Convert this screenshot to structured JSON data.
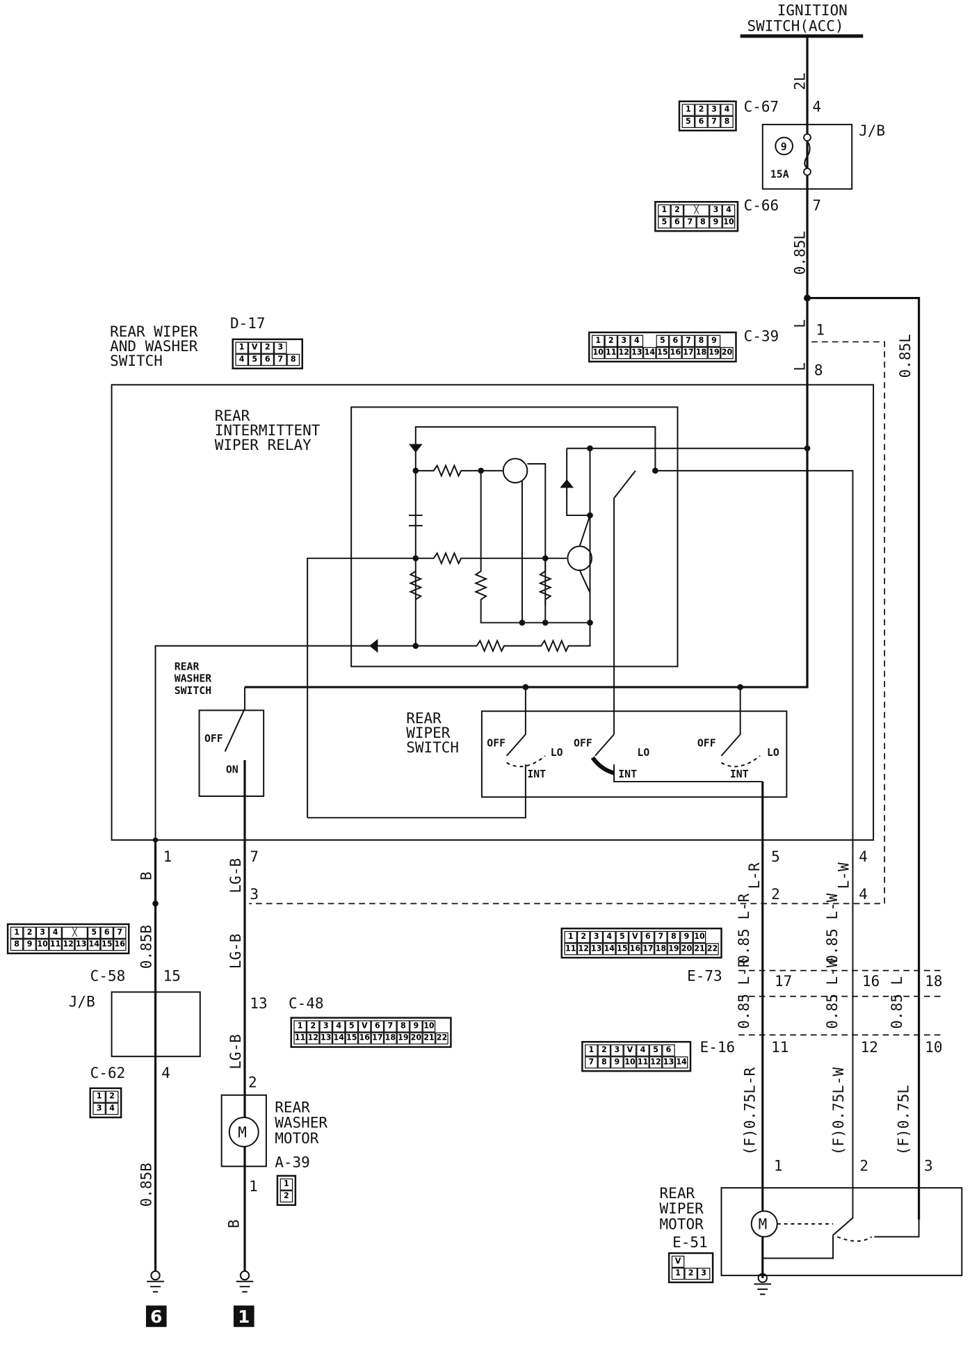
{
  "ignition": {
    "line1": "IGNITION",
    "line2": "SWITCH(ACC)"
  },
  "jb_top": {
    "label": "J/B",
    "fuse_no": "9",
    "fuse_rating": "15A"
  },
  "jb_bottom": {
    "label": "J/B"
  },
  "relay": {
    "line1": "REAR",
    "line2": "INTERMITTENT",
    "line3": "WIPER RELAY"
  },
  "switch_assembly": {
    "line1": "REAR WIPER",
    "line2": "AND WASHER",
    "line3": "SWITCH",
    "connector": "D-17"
  },
  "washer_switch": {
    "line1": "REAR",
    "line2": "WASHER",
    "line3": "SWITCH",
    "off": "OFF",
    "on": "ON"
  },
  "wiper_switch": {
    "line1": "REAR",
    "line2": "WIPER",
    "line3": "SWITCH",
    "off": "OFF",
    "lo": "LO",
    "int": "INT"
  },
  "washer_motor": {
    "line1": "REAR",
    "line2": "WASHER",
    "line3": "MOTOR",
    "connector": "A-39",
    "symbol": "M"
  },
  "wiper_motor": {
    "line1": "REAR",
    "line2": "WIPER",
    "line3": "MOTOR",
    "connector": "E-51",
    "symbol": "M"
  },
  "connector_labels": {
    "c67": "C-67",
    "c66": "C-66",
    "c39": "C-39",
    "c58": "C-58",
    "c62": "C-62",
    "c48": "C-48",
    "e73": "E-73",
    "e16": "E-16"
  },
  "wires": {
    "w2L": "2L",
    "w085L_a": "0.85L",
    "wL_a": "L",
    "wL_b": "L",
    "w085L_b": "0.85L",
    "wB_a": "B",
    "w085B_a": "0.85B",
    "w085B_b": "0.85B",
    "wLGB_a": "LG-B",
    "wLGB_b": "LG-B",
    "wLGB_c": "LG-B",
    "wB_b": "B",
    "wLR": "L-R",
    "wLW": "L-W",
    "w085LR_a": "0.85 L-R",
    "w085LW_a": "0.85 L-W",
    "w085LR_b": "0.85 L-R",
    "w085LW_b": "0.85 L-W",
    "w085L_c": "0.85 L",
    "wF075LR": "(F)0.75L-R",
    "wF075LW": "(F)0.75L-W",
    "wF075L": "(F)0.75L"
  },
  "pins": {
    "p4": "4",
    "p7": "7",
    "p1": "1",
    "p8": "8",
    "d1": "1",
    "d7": "7",
    "d3": "3",
    "d5": "5",
    "d2": "2",
    "d4a": "4",
    "d4b": "4",
    "p15": "15",
    "p4b": "4",
    "p13": "13",
    "p2": "2",
    "p1b": "1",
    "p17": "17",
    "p16": "16",
    "p18": "18",
    "p11": "11",
    "p12": "12",
    "p10": "10",
    "m1": "1",
    "m2": "2",
    "m3": "3"
  },
  "ground_refs": {
    "left": "6",
    "right": "1"
  },
  "connectors": {
    "c67": [
      [
        "1",
        "2",
        "3",
        "4"
      ],
      [
        "5",
        "6",
        "7",
        "8"
      ]
    ],
    "c66": [
      [
        "1",
        "2",
        "X",
        "3",
        "4"
      ],
      [
        "5",
        "6",
        "7",
        "8",
        "9",
        "10"
      ]
    ],
    "c39": [
      [
        "1",
        "2",
        "3",
        "4",
        "",
        "5",
        "6",
        "7",
        "8",
        "9"
      ],
      [
        "10",
        "11",
        "12",
        "13",
        "14",
        "15",
        "16",
        "17",
        "18",
        "19",
        "20"
      ]
    ],
    "d17": [
      [
        "1",
        "V",
        "2",
        "3"
      ],
      [
        "4",
        "5",
        "6",
        "7",
        "8"
      ]
    ],
    "c58": [
      [
        "1",
        "2",
        "3",
        "4",
        "X",
        "5",
        "6",
        "7"
      ],
      [
        "8",
        "9",
        "10",
        "11",
        "12",
        "13",
        "14",
        "15",
        "16"
      ]
    ],
    "c62": [
      [
        "1",
        "2"
      ],
      [
        "3",
        "4"
      ]
    ],
    "c48": [
      [
        "1",
        "2",
        "3",
        "4",
        "5",
        "V",
        "6",
        "7",
        "8",
        "9",
        "10"
      ],
      [
        "11",
        "12",
        "13",
        "14",
        "15",
        "16",
        "17",
        "18",
        "19",
        "20",
        "21",
        "22"
      ]
    ],
    "a39": [
      [
        "1"
      ],
      [
        "2"
      ]
    ],
    "e73": [
      [
        "1",
        "2",
        "3",
        "4",
        "5",
        "V",
        "6",
        "7",
        "8",
        "9",
        "10"
      ],
      [
        "11",
        "12",
        "13",
        "14",
        "15",
        "16",
        "17",
        "18",
        "19",
        "20",
        "21",
        "22"
      ]
    ],
    "e16": [
      [
        "1",
        "2",
        "3",
        "V",
        "4",
        "5",
        "6"
      ],
      [
        "7",
        "8",
        "9",
        "10",
        "11",
        "12",
        "13",
        "14"
      ]
    ],
    "e51": [
      [
        "V"
      ],
      [
        "1",
        "2",
        "3"
      ]
    ]
  }
}
